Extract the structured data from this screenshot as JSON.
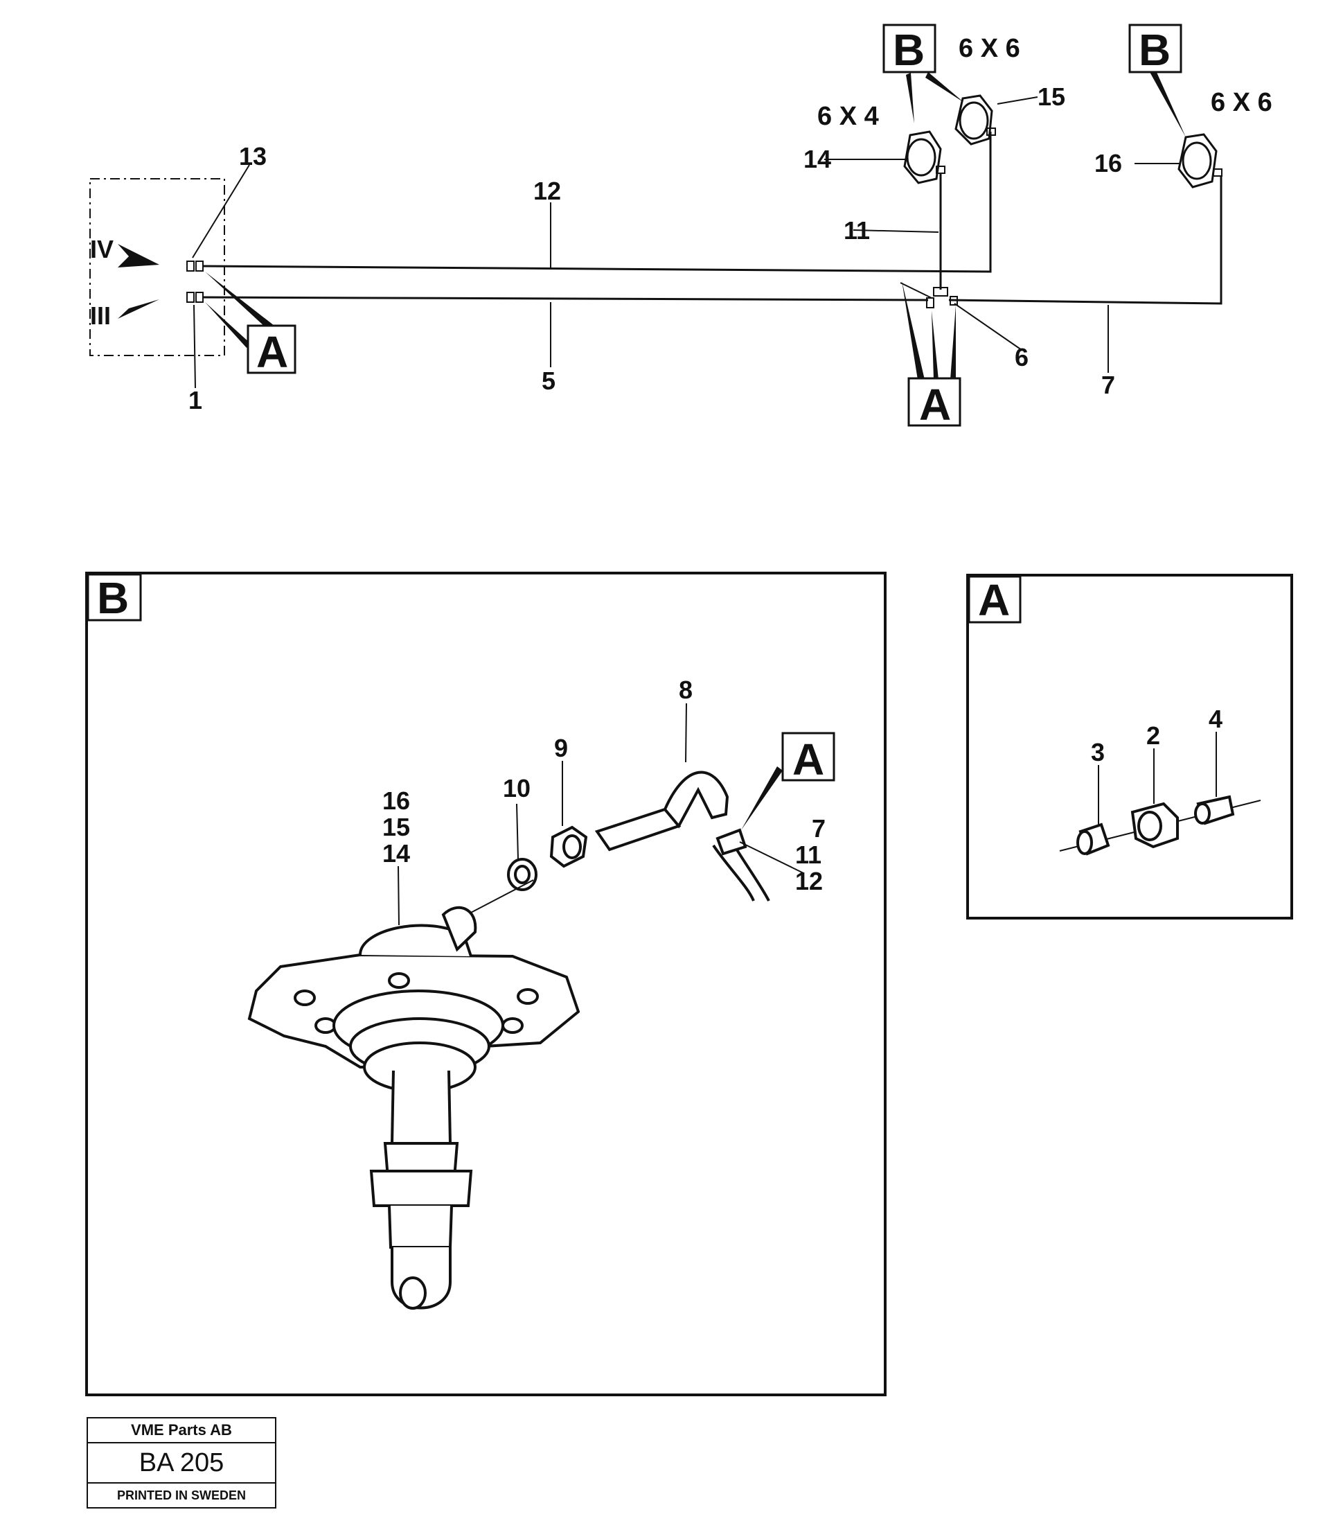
{
  "diagram": {
    "callouts": {
      "c1": "1",
      "c2": "2",
      "c3": "3",
      "c4": "4",
      "c5": "5",
      "c6": "6",
      "c7": "7",
      "c8": "8",
      "c9": "9",
      "c10": "10",
      "c11": "11",
      "c12": "12",
      "c13": "13",
      "c14": "14",
      "c15": "15",
      "c16": "16",
      "c7b": "7",
      "c11b": "11",
      "c12b": "12",
      "c16b": "16",
      "c15b": "15",
      "c14b": "14"
    },
    "circuits": {
      "upper": "IV",
      "lower": "III"
    },
    "variants": {
      "v6x4": "6 X 4",
      "v6x6a": "6 X 6",
      "v6x6b": "6 X 6"
    },
    "ref_boxes": {
      "a": "A",
      "b": "B"
    },
    "detail_panels": {
      "b_title": "B",
      "a_title": "A"
    }
  },
  "footer": {
    "company": "VME Parts AB",
    "code": "BA 205",
    "printed": "PRINTED IN SWEDEN"
  }
}
